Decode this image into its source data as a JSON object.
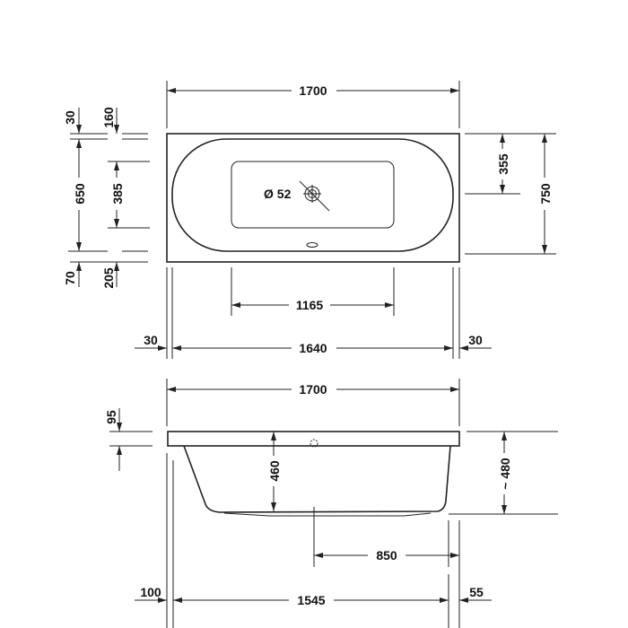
{
  "top_view": {
    "overall_length": "1700",
    "rim_top": "30",
    "to_floor_top": "160",
    "inner_width": "650",
    "floor_width": "385",
    "rim_bottom": "70",
    "to_floor_bottom": "205",
    "drain_offset": "355",
    "overall_width": "750",
    "drain_diameter": "Ø 52",
    "floor_length": "1165",
    "inner_length": "1640",
    "rim_left": "30",
    "rim_right": "30"
  },
  "side_view": {
    "overall_length": "1700",
    "rim_height": "95",
    "inner_depth": "460",
    "overall_height": "~ 480",
    "drain_position": "850",
    "left_offset": "100",
    "base_length": "1545",
    "right_offset": "55"
  }
}
